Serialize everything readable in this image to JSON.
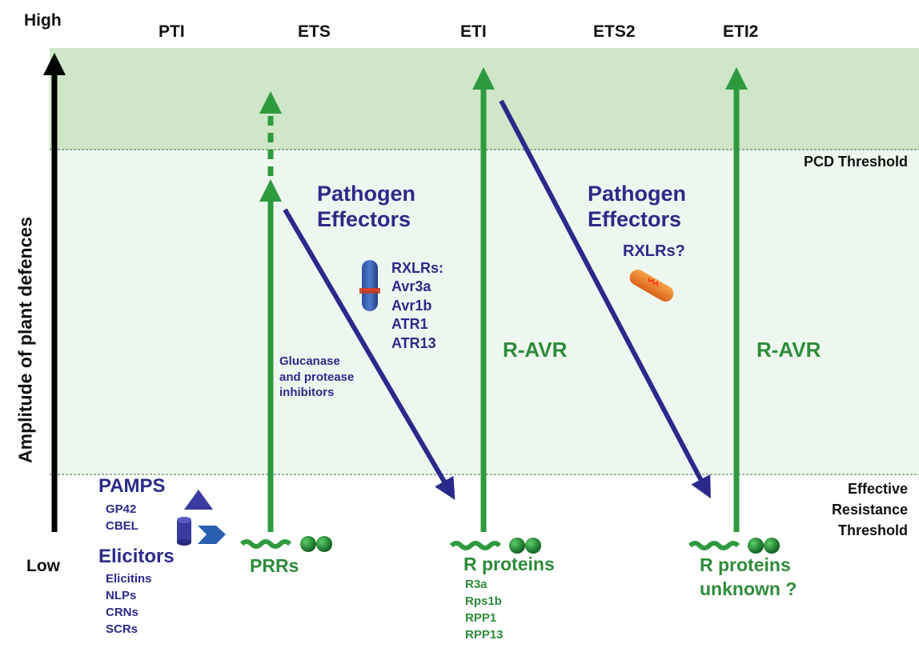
{
  "axis": {
    "y_high": "High",
    "y_low": "Low",
    "y_label": "Amplitude of plant defences"
  },
  "phases": [
    "PTI",
    "ETS",
    "ETI",
    "ETS2",
    "ETI2"
  ],
  "thresholds": {
    "pcd": "PCD Threshold",
    "effective_line1": "Effective",
    "effective_line2": "Resistance",
    "effective_line3": "Threshold"
  },
  "pamps": {
    "title": "PAMPS",
    "items": [
      "GP42",
      "CBEL"
    ]
  },
  "elicitors": {
    "title": "Elicitors",
    "items": [
      "Elicitins",
      "NLPs",
      "CRNs",
      "SCRs"
    ]
  },
  "prr_label": "PRRs",
  "effectors_1": {
    "line1": "Pathogen",
    "line2": "Effectors",
    "rxlr_title": "RXLRs:",
    "rxlr_items": [
      "Avr3a",
      "Avr1b",
      "ATR1",
      "ATR13"
    ],
    "glucanase": [
      "Glucanase",
      "and protease",
      "inhibitors"
    ]
  },
  "eti": {
    "r_avr": "R-AVR",
    "r_proteins": "R proteins",
    "items": [
      "R3a",
      "Rps1b",
      "RPP1",
      "RPP13"
    ]
  },
  "effectors_2": {
    "line1": "Pathogen",
    "line2": "Effectors",
    "rxlr_q": "RXLRs?"
  },
  "eti2": {
    "r_avr": "R-AVR",
    "line1": "R proteins",
    "line2": "unknown ?"
  },
  "colors": {
    "green_arrow": "#2e9a3e",
    "blue_arrow": "#2a2a8c",
    "band_pcd": "#cfe6c8",
    "band_mid": "#eef7ef",
    "text_blue": "#2b2b8a",
    "text_green": "#2e8b3a"
  }
}
